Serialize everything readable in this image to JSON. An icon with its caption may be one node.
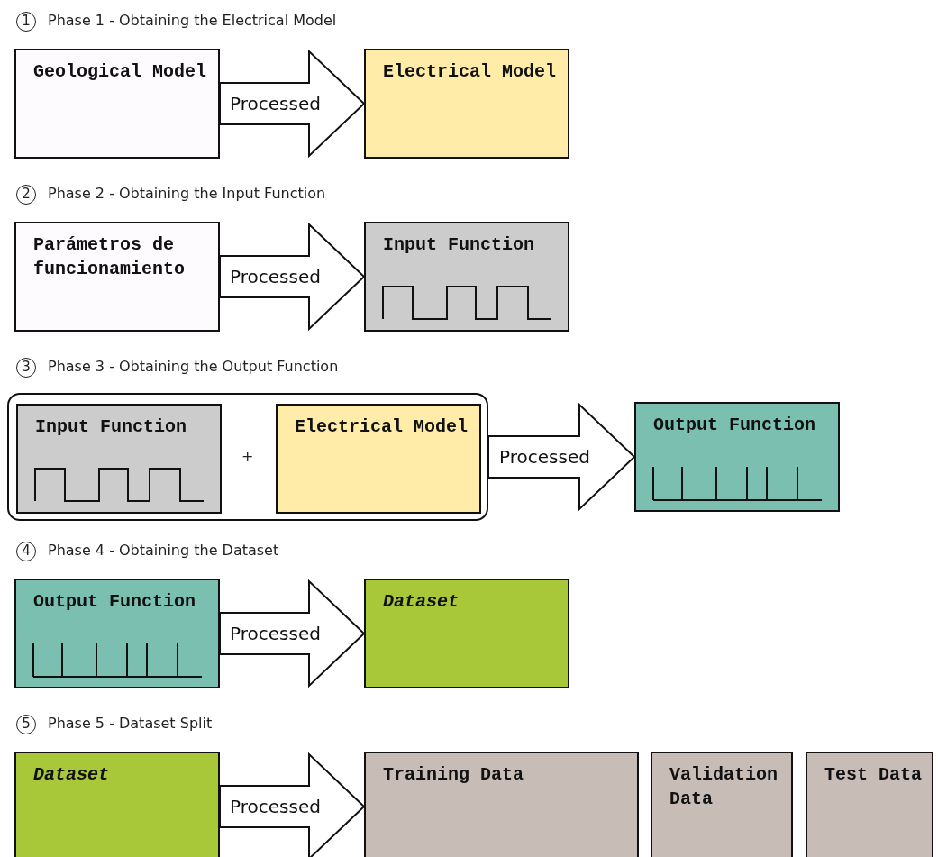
{
  "diagram": {
    "nodes": [
      {
        "text": [
          "Geological Model"
        ]
      },
      {
        "text": [
          "Electrical Model"
        ]
      },
      {
        "text": [
          "Parámetros de funcionamiento"
        ]
      },
      {
        "text": [
          "Input Function"
        ]
      },
      {
        "text": [],
        "shape": "box"
      },
      {
        "text": [
          "Input Function"
        ],
        "in": 4
      },
      {
        "text": [
          "Electrical Model"
        ],
        "in": 4
      },
      {
        "text": [
          "Output Function"
        ]
      },
      {
        "text": [
          "Output Function"
        ]
      },
      {
        "text": [
          "Dataset"
        ]
      },
      {
        "text": [
          "Dataset"
        ]
      },
      {
        "text": [
          "Training Data"
        ]
      },
      {
        "text": [
          "Validation Data"
        ]
      },
      {
        "text": [
          "Test Data"
        ]
      }
    ],
    "edges": [
      {
        "from": 0,
        "to": 1,
        "arrow": "to",
        "label": "Processed"
      },
      {
        "from": 2,
        "to": 3,
        "arrow": "to",
        "label": "Processed"
      },
      {
        "from": 4,
        "to": 7,
        "arrow": "to",
        "label": "Processed"
      },
      {
        "from": 8,
        "to": 9,
        "arrow": "to",
        "label": "Processed"
      },
      {
        "from": 10,
        "to": 11,
        "arrow": "to",
        "label": "Processed"
      }
    ],
    "labels": [
      "1",
      "Phase 1 - Obtaining the Electrical Model",
      "2",
      "Phase 2 - Obtaining the Input Function",
      "3",
      "Phase 3 - Obtaining the Output Function",
      "+",
      "4",
      "Phase 4 - Obtaining the Dataset",
      "5",
      "Phase 5 - Dataset Split"
    ]
  }
}
